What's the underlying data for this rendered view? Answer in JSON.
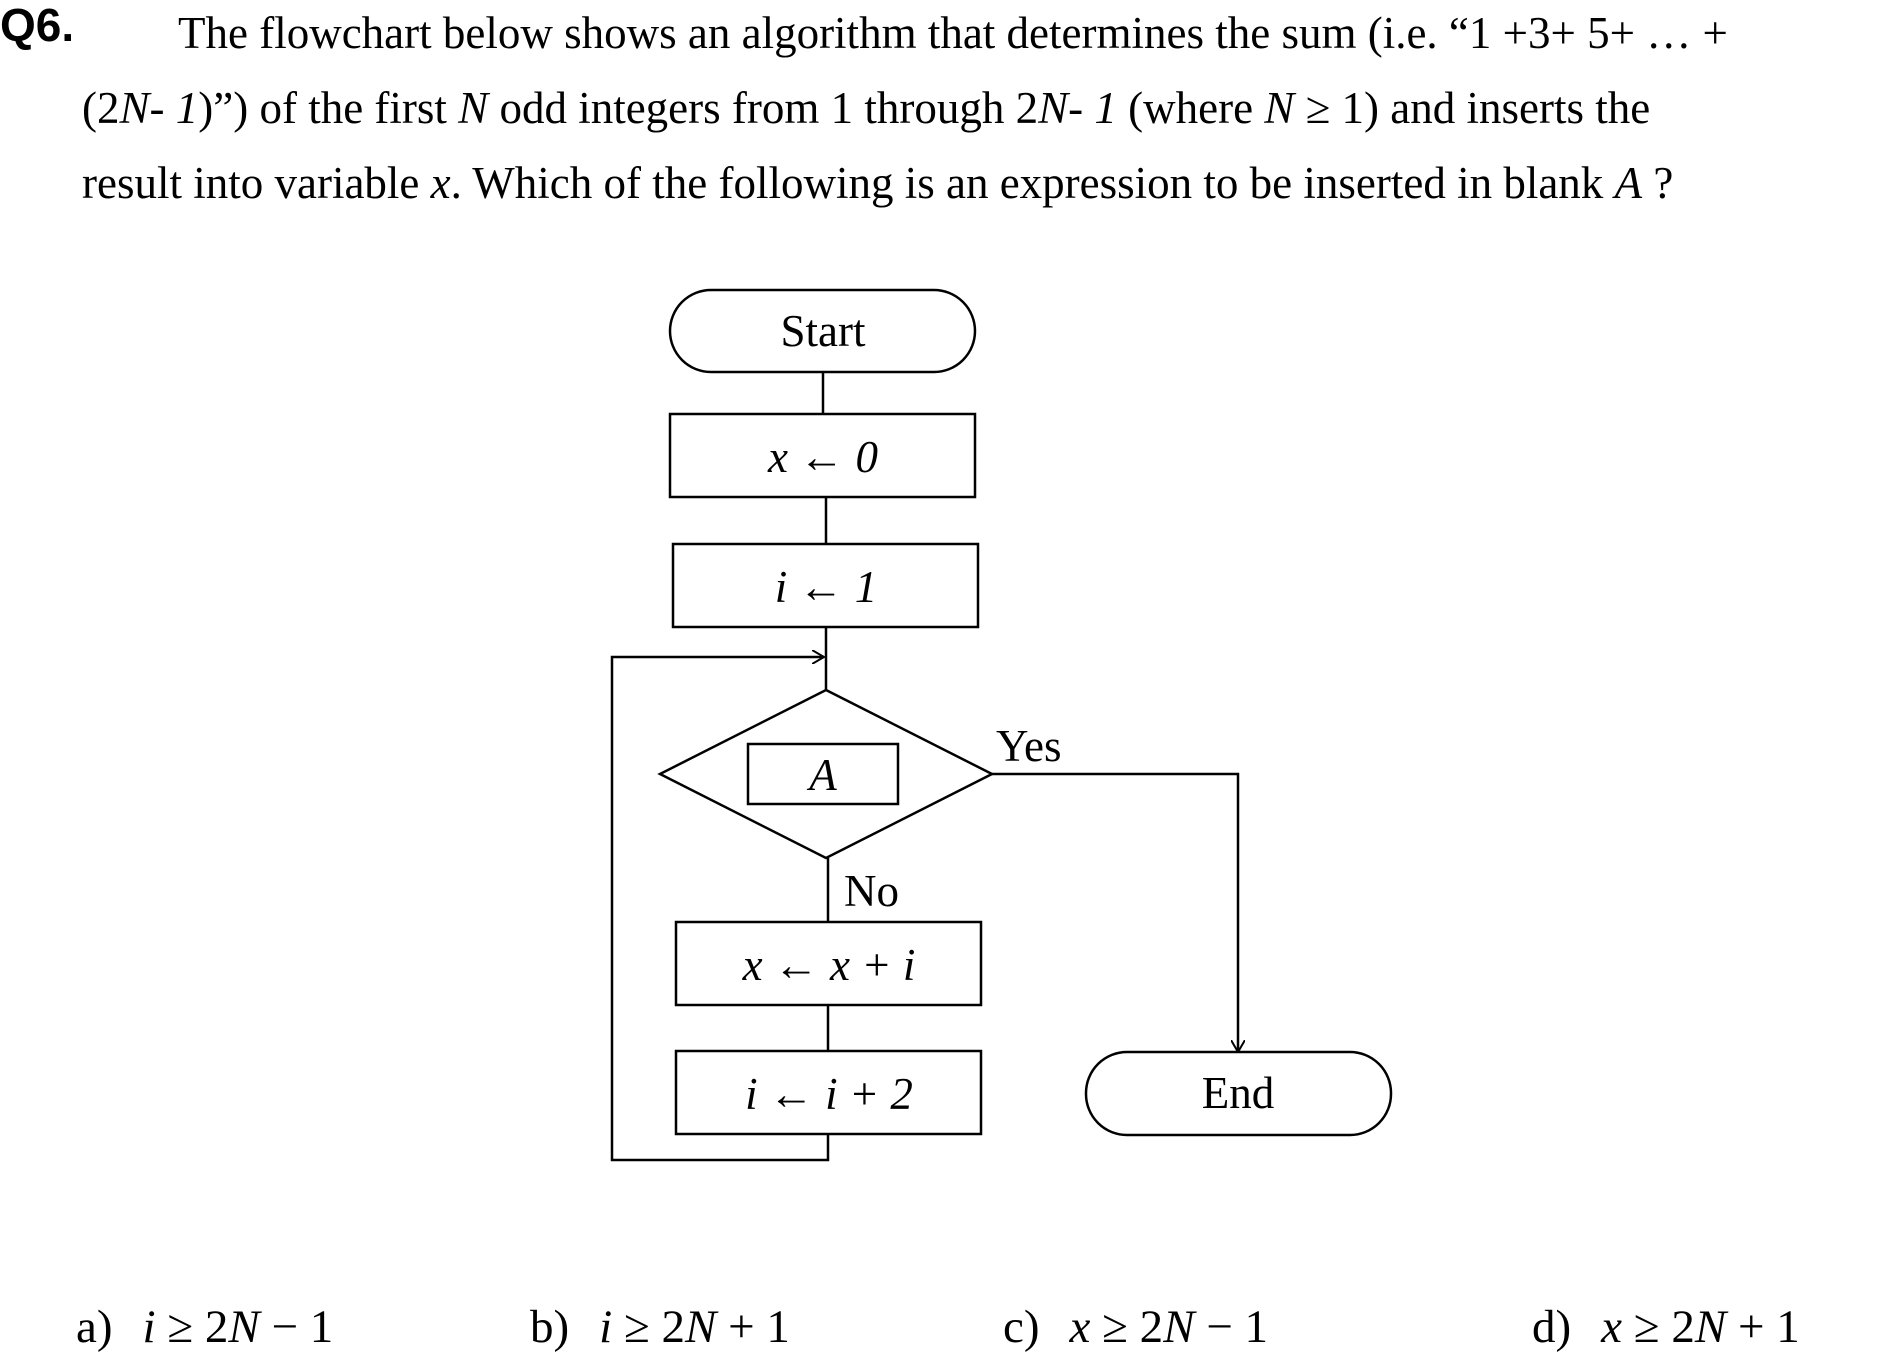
{
  "question": {
    "number": "Q6.",
    "line1_pre": "The flowchart below shows an algorithm that determines the sum (i.e. “1 +3+ 5+ … +",
    "line2_a": "(2",
    "line2_b": "N",
    "line2_c": "- ",
    "line2_d": "1",
    "line2_e": ")”) of the first ",
    "line2_f": "N",
    "line2_g": " odd integers from 1 through 2",
    "line2_h": "N",
    "line2_i": "- ",
    "line2_j": "1",
    "line2_k": " (where ",
    "line2_l": "N",
    "line2_m": " ≥ 1) and inserts the",
    "line3_a": "result into variable ",
    "line3_b": "x",
    "line3_c": ". Which of the following is an expression to be inserted in blank ",
    "line3_d": "A",
    "line3_e": " ?"
  },
  "flowchart": {
    "start": "Start",
    "init_x": "x ← 0",
    "init_i": "i ← 1",
    "decision": "A",
    "yes": "Yes",
    "no": "No",
    "update_x": "x ← x + i",
    "update_i": "i ← i + 2",
    "end": "End"
  },
  "options": [
    {
      "label": "a)",
      "expr_var": "i",
      "expr_rest": " ≥ 2",
      "expr_n": "N",
      "expr_tail": " − 1"
    },
    {
      "label": "b)",
      "expr_var": "i",
      "expr_rest": " ≥ 2",
      "expr_n": "N",
      "expr_tail": " + 1"
    },
    {
      "label": "c)",
      "expr_var": "x",
      "expr_rest": " ≥ 2",
      "expr_n": "N",
      "expr_tail": " − 1"
    },
    {
      "label": "d)",
      "expr_var": "x",
      "expr_rest": " ≥ 2",
      "expr_n": "N",
      "expr_tail": " + 1"
    }
  ]
}
